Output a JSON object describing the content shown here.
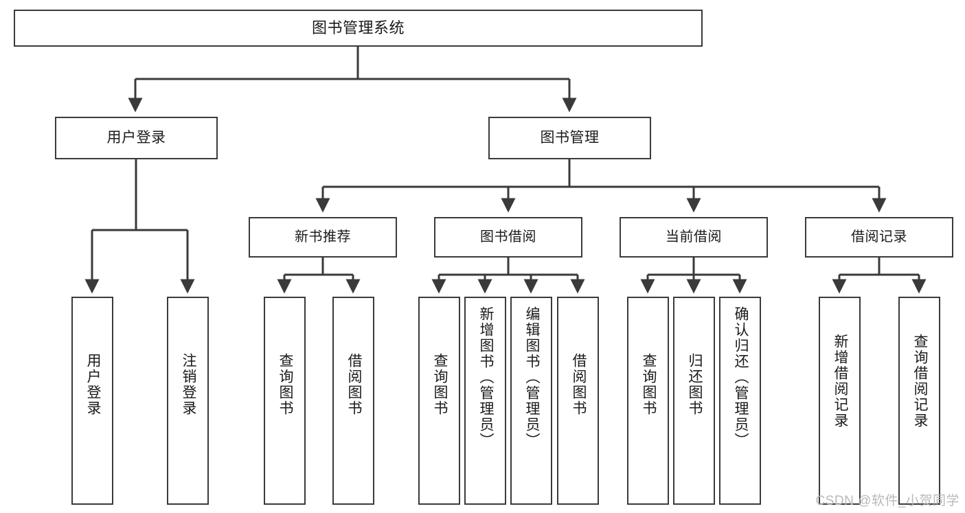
{
  "diagram": {
    "type": "tree-hierarchy",
    "title": "图书管理系统",
    "watermark": "CSDN @软件_小贺同学",
    "colors": {
      "box_border": "#3a3a3a",
      "box_fill": "#ffffff",
      "edge": "#3a3a3a",
      "text": "#1a1a1a",
      "watermark": "#b9b9b9",
      "background": "#ffffff"
    },
    "nodes": {
      "root": {
        "label": "图书管理系统"
      },
      "level2": [
        {
          "id": "user-login",
          "label": "用户登录"
        },
        {
          "id": "book-manage",
          "label": "图书管理"
        }
      ],
      "level3": [
        {
          "id": "new-book-recommend",
          "label": "新书推荐"
        },
        {
          "id": "book-borrow",
          "label": "图书借阅"
        },
        {
          "id": "current-borrow",
          "label": "当前借阅"
        },
        {
          "id": "borrow-record",
          "label": "借阅记录"
        }
      ],
      "leaves": [
        {
          "id": "leaf-user-login",
          "label": "用户登录",
          "parent": "user-login"
        },
        {
          "id": "leaf-logout-login",
          "label": "注销登录",
          "parent": "user-login"
        },
        {
          "id": "leaf-query-book-1",
          "label": "查询图书",
          "parent": "new-book-recommend"
        },
        {
          "id": "leaf-borrow-book-1",
          "label": "借阅图书",
          "parent": "new-book-recommend"
        },
        {
          "id": "leaf-query-book-2",
          "label": "查询图书",
          "parent": "book-borrow"
        },
        {
          "id": "leaf-add-book",
          "label": "新增图书（管理员）",
          "parent": "book-borrow"
        },
        {
          "id": "leaf-edit-book",
          "label": "编辑图书（管理员）",
          "parent": "book-borrow"
        },
        {
          "id": "leaf-borrow-book-2",
          "label": "借阅图书",
          "parent": "book-borrow"
        },
        {
          "id": "leaf-query-book-3",
          "label": "查询图书",
          "parent": "current-borrow"
        },
        {
          "id": "leaf-return-book",
          "label": "归还图书",
          "parent": "current-borrow"
        },
        {
          "id": "leaf-confirm-return",
          "label": "确认归还（管理员）",
          "parent": "current-borrow"
        },
        {
          "id": "leaf-add-record",
          "label": "新增借阅记录",
          "parent": "borrow-record"
        },
        {
          "id": "leaf-query-record",
          "label": "查询借阅记录",
          "parent": "borrow-record"
        }
      ]
    }
  }
}
